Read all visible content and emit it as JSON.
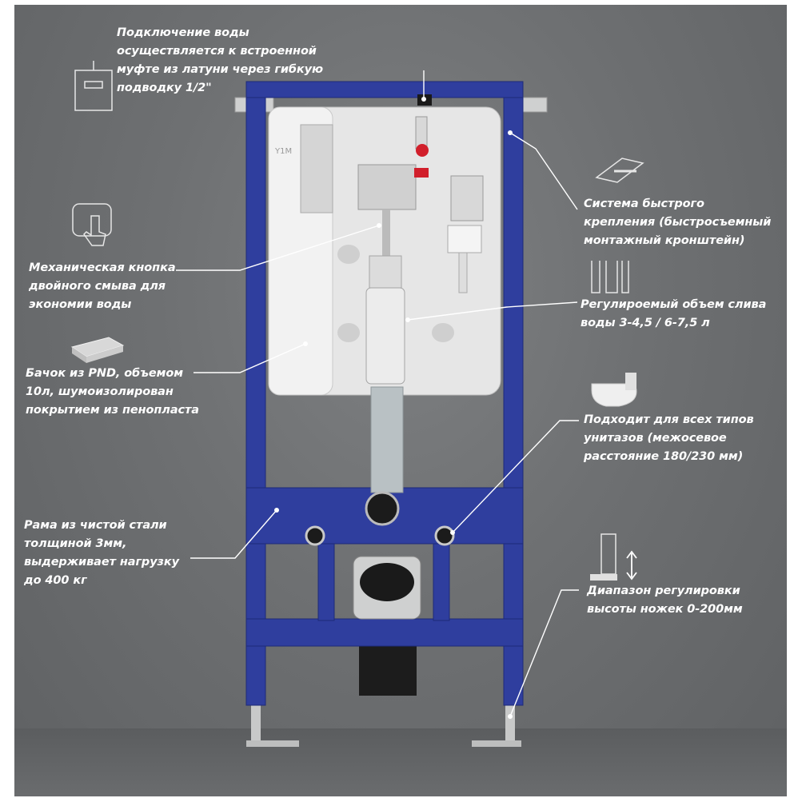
{
  "callouts": {
    "water_connection": "Подключение воды\nосуществляется к встроенной\nмуфте из латуни через гибкую\nподводку 1/2\"",
    "quick_mount": "Система быстрого\nкрепления (быстросъемный\nмонтажный кронштейн)",
    "dual_flush": "Механическая кнопка\nдвойного смыва для\nэкономии воды",
    "flush_volume": "Регулироемый объем слива\nводы 3-4,5 / 6-7,5 л",
    "tank": "Бачок из PND, объемом\n10л, шумоизолирован\nпокрытием из пенопласта",
    "toilet_fit": "Подходит для всех типов\nунитазов (межосевое\nрасстояние 180/230 мм)",
    "frame": "Рама из чистой стали\nтолщиной 3мм,\nвыдерживает нагрузку\nдо 400 кг",
    "legs": "Диапазон регулировки\nвысоты ножек 0-200мм"
  },
  "tank_logo": "Y1M",
  "icons": {
    "water_connection": "flush-panel-icon",
    "dual_flush": "touch-button-icon",
    "tank": "foam-sheet-icon",
    "quick_mount": "mounting-bracket-icon",
    "flush_volume": "flush-valve-icon",
    "toilet_fit": "wall-hung-toilet-icon",
    "legs": "height-adjust-icon"
  },
  "colors": {
    "background": "#6e7072",
    "frame": "#2f3e9e",
    "tank": "#e4e4e4",
    "label_text": "#ffffff",
    "leader_line": "#ffffff"
  }
}
